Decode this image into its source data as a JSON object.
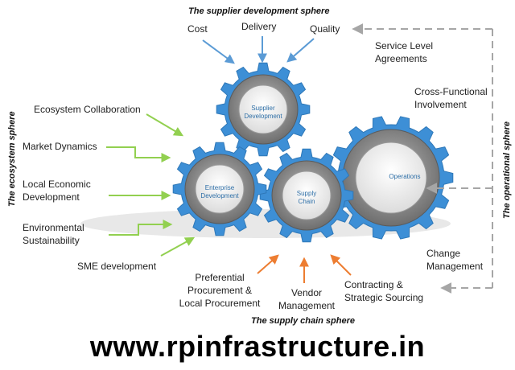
{
  "headers": {
    "supplier_development": "The supplier development sphere",
    "supply_chain": "The supply chain sphere",
    "ecosystem": "The ecosystem sphere",
    "operational": "The operational sphere"
  },
  "gears": {
    "supplier_development": [
      "Supplier",
      "Development"
    ],
    "enterprise_development": [
      "Enterprise",
      "Development"
    ],
    "supply_chain": [
      "Supply",
      "Chain"
    ],
    "operations": [
      "Operations"
    ]
  },
  "supplier_inputs": [
    "Cost",
    "Delivery",
    "Quality"
  ],
  "ecosystem_inputs": [
    [
      "Ecosystem Collaboration"
    ],
    [
      "Market Dynamics"
    ],
    [
      "Local Economic",
      "Development"
    ],
    [
      "Environmental",
      "Sustainability"
    ],
    [
      "SME development"
    ]
  ],
  "supply_chain_inputs": [
    [
      "Preferential",
      "Procurement &",
      "Local Procurement"
    ],
    [
      "Vendor",
      "Management"
    ],
    [
      "Contracting &",
      "Strategic Sourcing"
    ]
  ],
  "operational_inputs": [
    [
      "Service Level",
      "Agreements"
    ],
    [
      "Cross-Functional",
      "Involvement"
    ],
    [
      "Change",
      "Management"
    ]
  ],
  "website": "www.rpinfrastructure.in",
  "colors": {
    "gear_teeth": "#3d8fd6",
    "gear_ring": "#8c8c8c",
    "gear_hub": "#f2f2f2",
    "supplier_arrows": "#5b9bd5",
    "ecosystem_arrows": "#92d050",
    "supply_chain_arrows": "#ed7d31",
    "operational_line": "#a6a6a6"
  }
}
